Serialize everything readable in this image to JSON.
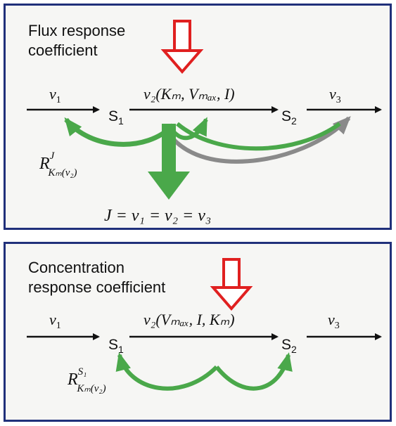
{
  "colors": {
    "border": "#20307a",
    "arrow_red": "#e02020",
    "arrow_green": "#4aa84a",
    "arrow_gray": "#8a8a8a"
  },
  "top_panel": {
    "title_line1": "Flux response",
    "title_line2": "coefficient",
    "v1": "v",
    "v1_sub": "1",
    "v2_label": "v₂(Kₘ, Vₘₐₓ, I)",
    "v3": "v",
    "v3_sub": "3",
    "s1": "S",
    "s1_sub": "1",
    "s2": "S",
    "s2_sub": "2",
    "coef_R": "R",
    "coef_sup": "J",
    "coef_sub": "Kₘ(v₂)",
    "flux_equation": "J = v₁ = v₂ = v₃"
  },
  "bottom_panel": {
    "title_line1": "Concentration",
    "title_line2": "response coefficient",
    "v1": "v",
    "v1_sub": "1",
    "v2_label": "v₂(Vₘₐₓ, I, Kₘ)",
    "v3": "v",
    "v3_sub": "3",
    "s1": "S",
    "s1_sub": "1",
    "s2": "S",
    "s2_sub": "2",
    "coef_R": "R",
    "coef_sup": "S₁",
    "coef_sub": "Kₘ(v₂)"
  }
}
